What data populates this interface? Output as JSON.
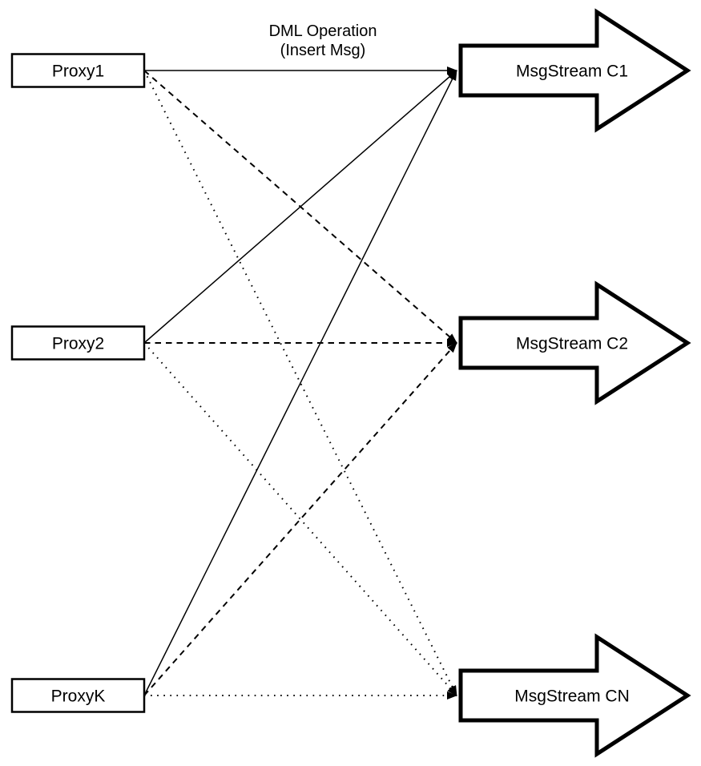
{
  "diagram": {
    "background_color": "#ffffff",
    "stroke_color": "#000000",
    "node_fill_color": "#ffffff",
    "title": {
      "line1": "DML Operation",
      "line2": "(Insert Msg)"
    },
    "proxies": [
      {
        "id": "proxy1",
        "label": "Proxy1"
      },
      {
        "id": "proxy2",
        "label": "Proxy2"
      },
      {
        "id": "proxyk",
        "label": "ProxyK"
      }
    ],
    "streams": [
      {
        "id": "c1",
        "label": "MsgStream C1"
      },
      {
        "id": "c2",
        "label": "MsgStream C2"
      },
      {
        "id": "cn",
        "label": "MsgStream CN"
      }
    ],
    "connections": [
      {
        "from": "Proxy1",
        "to": "MsgStream C1",
        "style": "solid"
      },
      {
        "from": "Proxy2",
        "to": "MsgStream C1",
        "style": "solid"
      },
      {
        "from": "ProxyK",
        "to": "MsgStream C1",
        "style": "solid"
      },
      {
        "from": "Proxy1",
        "to": "MsgStream C2",
        "style": "dashed"
      },
      {
        "from": "Proxy2",
        "to": "MsgStream C2",
        "style": "dashed"
      },
      {
        "from": "ProxyK",
        "to": "MsgStream C2",
        "style": "dashed"
      },
      {
        "from": "Proxy1",
        "to": "MsgStream CN",
        "style": "dotted"
      },
      {
        "from": "Proxy2",
        "to": "MsgStream CN",
        "style": "dotted"
      },
      {
        "from": "ProxyK",
        "to": "MsgStream CN",
        "style": "dotted"
      }
    ]
  }
}
